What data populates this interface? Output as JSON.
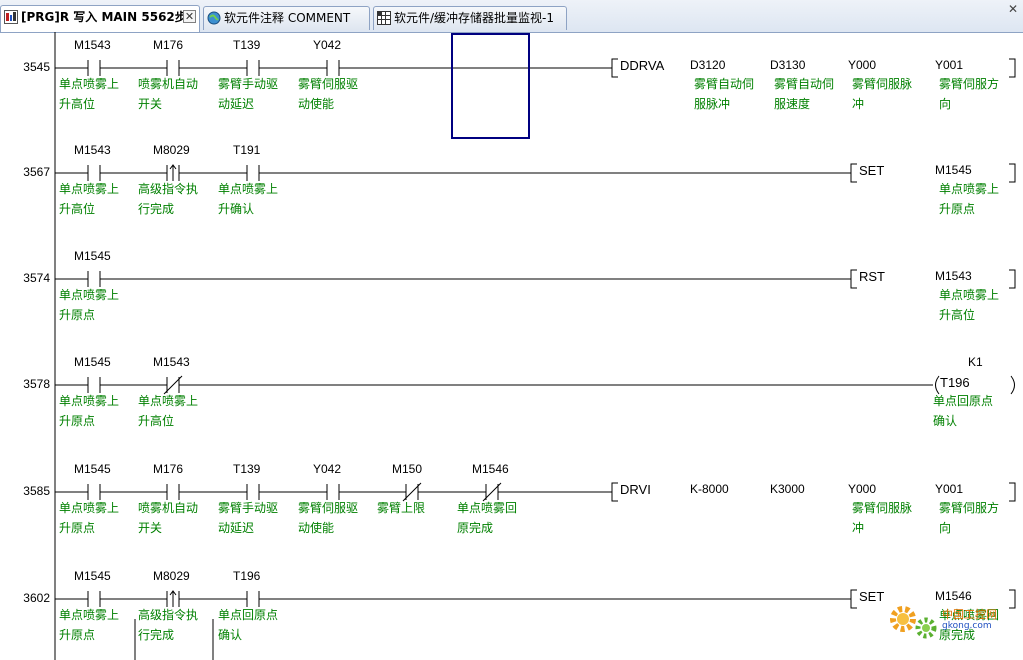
{
  "tabs": [
    {
      "label": "[PRG]R 写入 MAIN 5562步",
      "icon": "ladder-program-icon"
    },
    {
      "label": "软元件注释 COMMENT",
      "icon": "comment-globe-icon"
    },
    {
      "label": "软元件/缓冲存储器批量监视-1",
      "icon": "monitor-grid-icon"
    }
  ],
  "colors": {
    "comment": "#008000",
    "cursor": "#000080",
    "watermark": "#e07000"
  },
  "rungs": [
    {
      "step": "3545",
      "contacts": [
        {
          "device": "M1543",
          "type": "NO",
          "comment": "单点喷雾上升高位"
        },
        {
          "device": "M176",
          "type": "NO",
          "comment": "喷雾机自动开关"
        },
        {
          "device": "T139",
          "type": "NO",
          "comment": "雾臂手动驱动延迟"
        },
        {
          "device": "Y042",
          "type": "NO",
          "comment": "雾臂伺服驱动使能"
        }
      ],
      "instruction": {
        "name": "DDRVA",
        "operands": [
          {
            "device": "D3120",
            "comment": "雾臂自动伺服脉冲"
          },
          {
            "device": "D3130",
            "comment": "雾臂自动伺服速度"
          },
          {
            "device": "Y000",
            "comment": "雾臂伺服脉冲"
          },
          {
            "device": "Y001",
            "comment": "雾臂伺服方向"
          }
        ]
      }
    },
    {
      "step": "3567",
      "contacts": [
        {
          "device": "M1543",
          "type": "NO",
          "comment": "单点喷雾上升高位"
        },
        {
          "device": "M8029",
          "type": "PLS",
          "comment": "高级指令执行完成"
        },
        {
          "device": "T191",
          "type": "NO",
          "comment": "单点喷雾上升确认"
        }
      ],
      "instruction": {
        "name": "SET",
        "operands": [
          {
            "device": "M1545",
            "comment": "单点喷雾上升原点"
          }
        ]
      }
    },
    {
      "step": "3574",
      "contacts": [
        {
          "device": "M1545",
          "type": "NO",
          "comment": "单点喷雾上升原点"
        }
      ],
      "instruction": {
        "name": "RST",
        "operands": [
          {
            "device": "M1543",
            "comment": "单点喷雾上升高位"
          }
        ]
      }
    },
    {
      "step": "3578",
      "contacts": [
        {
          "device": "M1545",
          "type": "NO",
          "comment": "单点喷雾上升原点"
        },
        {
          "device": "M1543",
          "type": "NC",
          "comment": "单点喷雾上升高位"
        }
      ],
      "coil": {
        "device": "T196",
        "setting": "K1",
        "comment": "单点回原点确认"
      }
    },
    {
      "step": "3585",
      "contacts": [
        {
          "device": "M1545",
          "type": "NO",
          "comment": "单点喷雾上升原点"
        },
        {
          "device": "M176",
          "type": "NO",
          "comment": "喷雾机自动开关"
        },
        {
          "device": "T139",
          "type": "NO",
          "comment": "雾臂手动驱动延迟"
        },
        {
          "device": "Y042",
          "type": "NO",
          "comment": "雾臂伺服驱动使能"
        },
        {
          "device": "M150",
          "type": "NC",
          "comment": "雾臂上限"
        },
        {
          "device": "M1546",
          "type": "NC",
          "comment": "单点喷雾回原完成"
        }
      ],
      "instruction": {
        "name": "DRVI",
        "operands": [
          {
            "device": "K-8000",
            "comment": ""
          },
          {
            "device": "K3000",
            "comment": ""
          },
          {
            "device": "Y000",
            "comment": "雾臂伺服脉冲"
          },
          {
            "device": "Y001",
            "comment": "雾臂伺服方向"
          }
        ]
      }
    },
    {
      "step": "3602",
      "contacts": [
        {
          "device": "M1545",
          "type": "NO",
          "comment": "单点喷雾上升原点"
        },
        {
          "device": "M8029",
          "type": "PLS",
          "comment": "高级指令执行完成"
        },
        {
          "device": "T196",
          "type": "NO",
          "comment": "单点回原点确认"
        }
      ],
      "instruction": {
        "name": "SET",
        "operands": [
          {
            "device": "M1546",
            "comment": "单点喷雾回原完成"
          }
        ]
      }
    }
  ],
  "watermark": {
    "text": "中国工控网",
    "url": "gkong.com"
  }
}
